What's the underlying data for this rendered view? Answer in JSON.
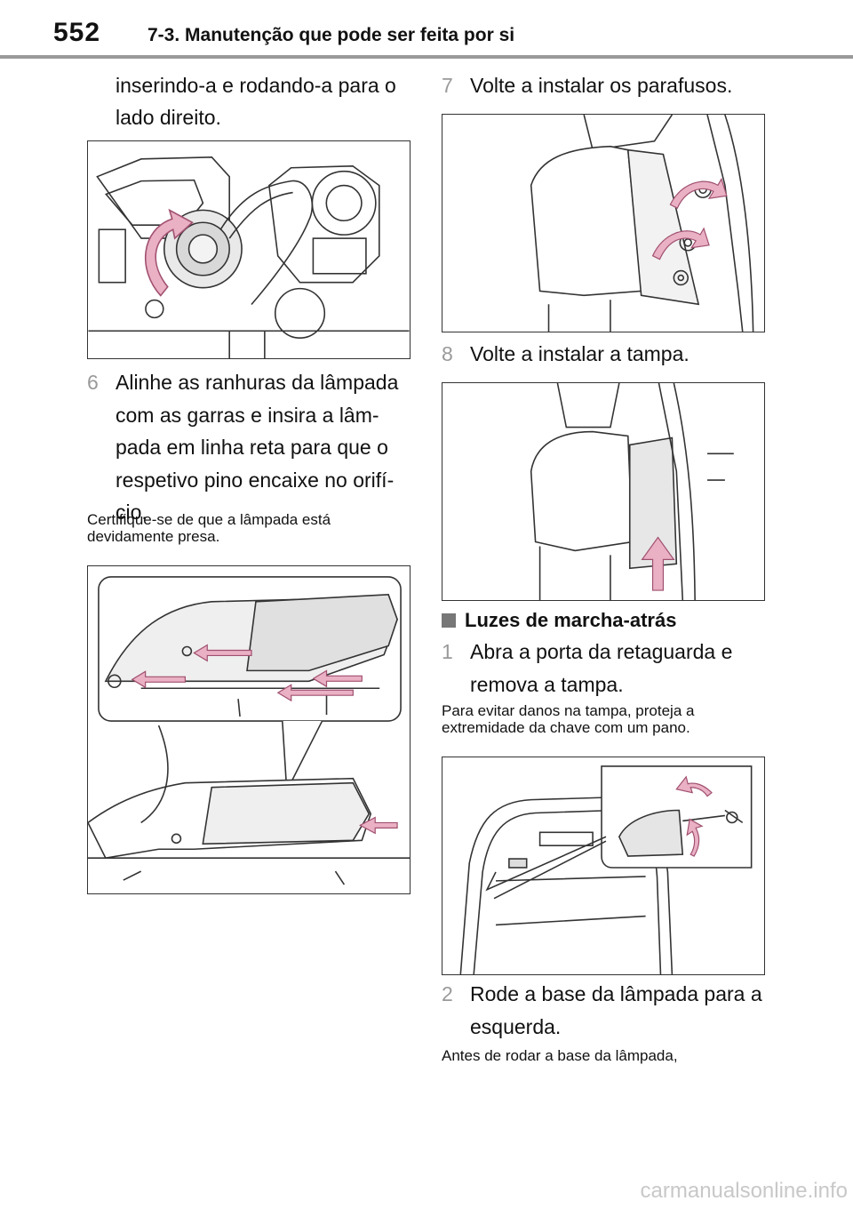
{
  "header": {
    "page_number": "552",
    "section": "7-3. Manutenção que pode ser feita por si"
  },
  "left_column": {
    "intro_lines": [
      "inserindo-a e rodando-a para o",
      "lado direito."
    ],
    "step6": {
      "number": "6",
      "lines": [
        "Alinhe as ranhuras da lâmpada",
        "com as garras e insira a lâm-",
        "pada em linha reta para que o",
        "respetivo pino encaixe no orifí-",
        "cio."
      ]
    },
    "note6": [
      "Certifique-se de que a lâmpada está",
      "devidamente presa."
    ]
  },
  "right_column": {
    "step7": {
      "number": "7",
      "text": "Volte a instalar os parafusos."
    },
    "step8": {
      "number": "8",
      "text": "Volte a instalar a tampa."
    },
    "subheading": "Luzes de marcha-atrás",
    "step1": {
      "number": "1",
      "lines": [
        "Abra a porta da retaguarda e",
        "remova a tampa."
      ]
    },
    "note1": [
      "Para evitar danos na tampa, proteja a",
      "extremidade da chave com um pano."
    ],
    "step2": {
      "number": "2",
      "lines": [
        "Rode a base da lâmpada para a",
        "esquerda."
      ]
    },
    "note2": "Antes de rodar a base da lâmpada,"
  },
  "figures": {
    "fig1": "bulb-rotate-illustration",
    "fig2": "lamp-install-illustration",
    "fig3": "screws-reinstall-illustration",
    "fig4": "cover-reinstall-illustration",
    "fig5": "tailgate-cover-removal-illustration",
    "arrow_color": "#eab0c4",
    "line_color": "#333333"
  },
  "watermark": "carmanualsonline.info"
}
